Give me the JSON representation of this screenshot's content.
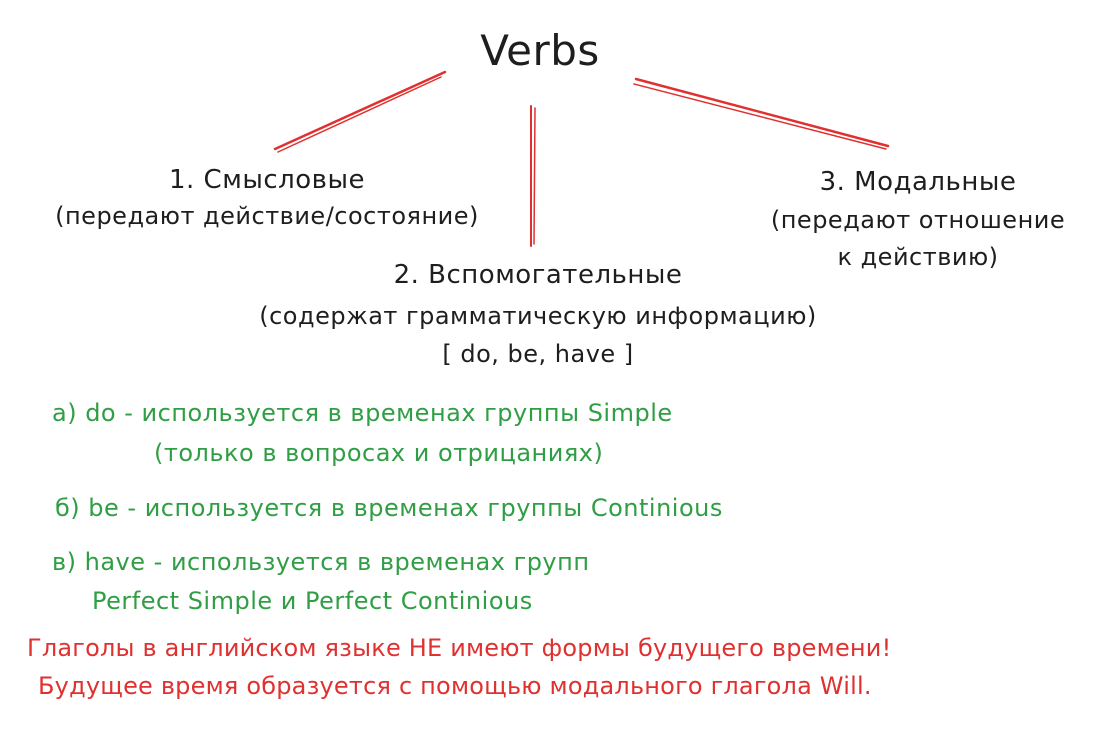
{
  "diagram": {
    "title": "Verbs",
    "branches": [
      {
        "heading": "1. Смысловые",
        "subtitle": "(передают действие/состояние)"
      },
      {
        "heading": "2. Вспомогательные",
        "subtitle": "(содержат грамматическую информацию)",
        "examples": "[ do, be, have ]"
      },
      {
        "heading": "3. Модальные",
        "subtitle_line1": "(передают отношение",
        "subtitle_line2": "к действию)"
      }
    ],
    "auxiliary_notes": {
      "a_line1": "а) do - используется в временах группы Simple",
      "a_line2": "(только в вопросах и отрицаниях)",
      "b_line1": "б) be - используется в временах группы Continious",
      "c_line1": "в) have - используется в временах групп",
      "c_line2": "Perfect Simple и Perfect Continious"
    },
    "warning": {
      "line1": "Глаголы в английском языке НЕ имеют формы будущего времени!",
      "line2": "Будущее время образуется с помощью модального глагола Will."
    }
  },
  "colors": {
    "text_dark": "#1e1e1e",
    "connector": "#e03131",
    "auxiliary_notes": "#2f9e44",
    "warning": "#e03131"
  }
}
